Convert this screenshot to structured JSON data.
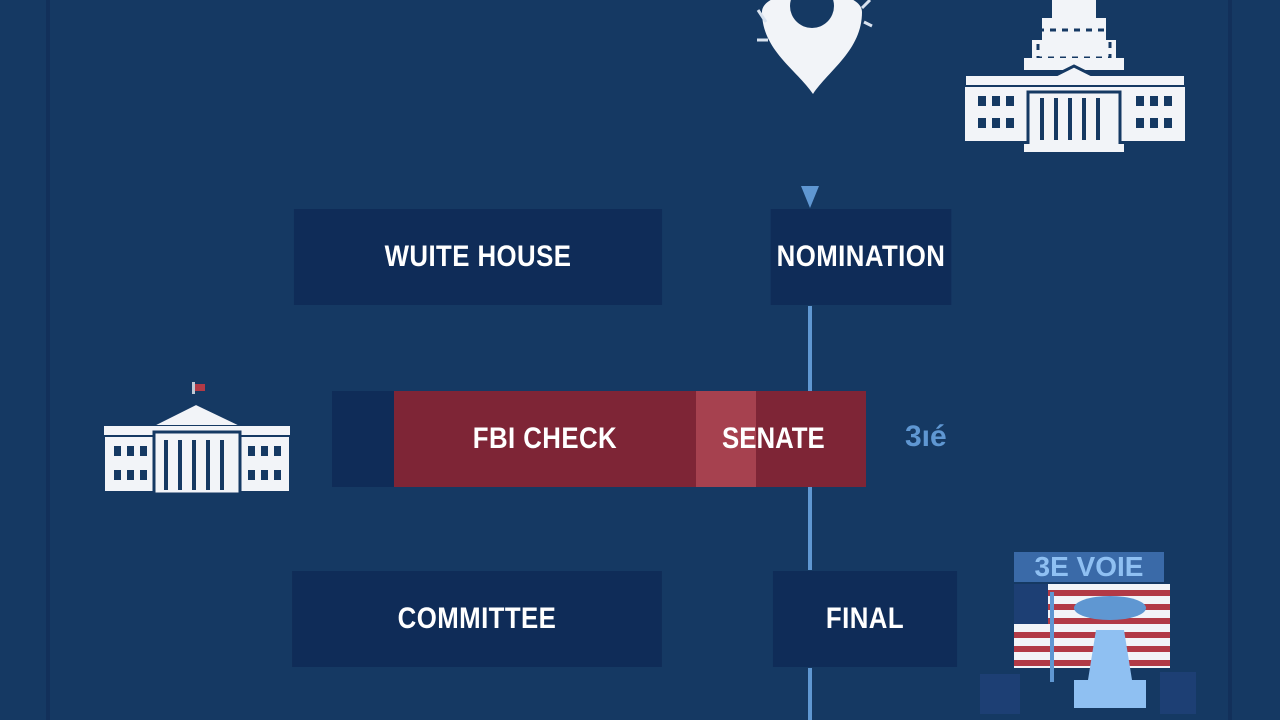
{
  "steps": {
    "white_house": "WUITE HOUSE",
    "nomination": "NOMINATION",
    "fbi_check": "FBI CHECK",
    "senate": "SENATE",
    "committee": "COMMITTEE",
    "final": "FINAL"
  },
  "side_label": "3ıé",
  "vote_sign": "3E VOIE",
  "colors": {
    "background": "#153963",
    "box": "#0f2c58",
    "red": "#7e2536",
    "red_light": "#a6414f",
    "timeline": "#5f97d2",
    "icon_white": "#f2f4f8"
  },
  "icons": [
    "location-pin-icon",
    "capitol-building-icon",
    "white-house-icon",
    "voting-flag-icon"
  ]
}
